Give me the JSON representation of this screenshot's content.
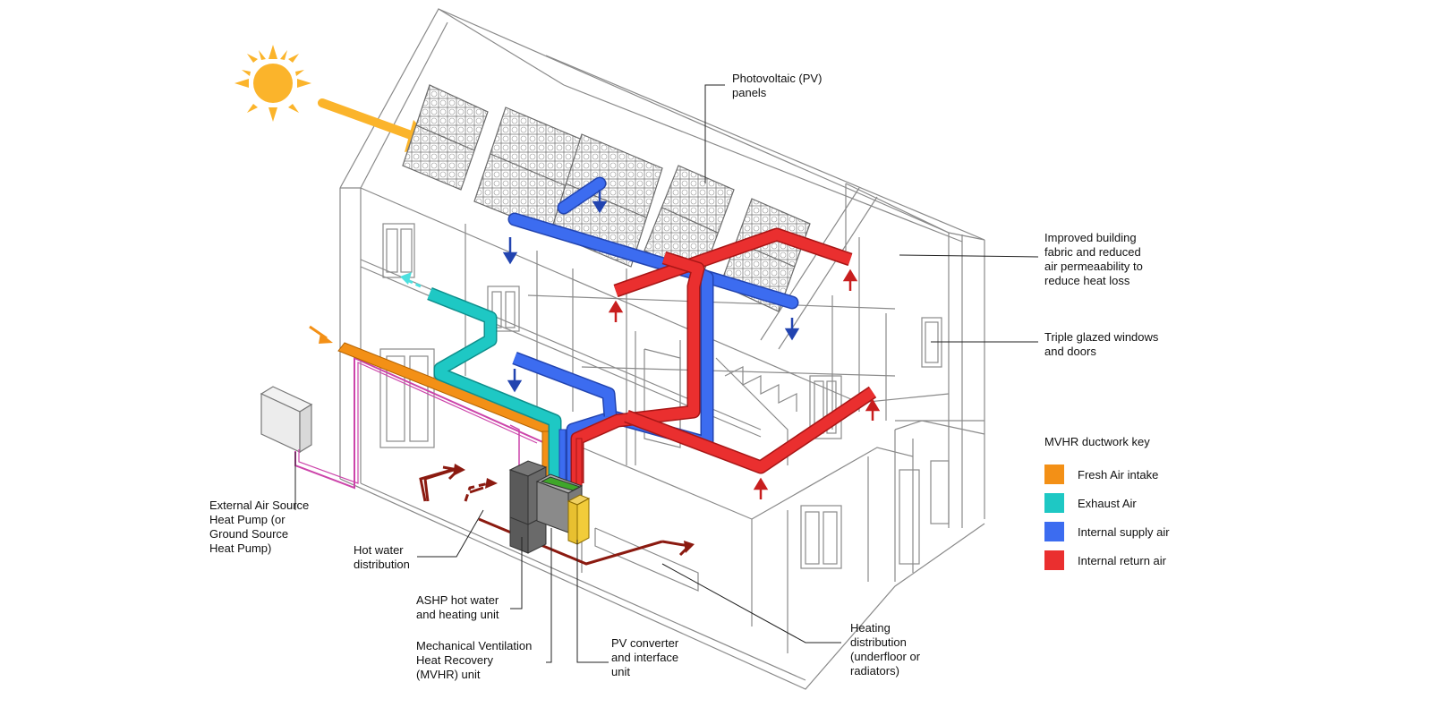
{
  "labels": {
    "pv_panels": "Photovoltaic (PV)\npanels",
    "fabric": "Improved building\nfabric and reduced\nair permeaability to\nreduce heat loss",
    "windows": "Triple glazed windows\nand doors",
    "heat_pump": "External Air Source\nHeat Pump (or\nGround Source\nHeat Pump)",
    "hot_water": "Hot water\ndistribution",
    "ashp": "ASHP hot water\nand heating unit",
    "mvhr": "Mechanical Ventilation\nHeat Recovery\n(MVHR) unit",
    "pv_converter": "PV converter\nand interface\nunit",
    "heating": "Heating\ndistribution\n(underfloor or\nradiators)"
  },
  "key": {
    "title": "MVHR ductwork key",
    "items": [
      {
        "label": "Fresh Air intake",
        "color": "#f39016"
      },
      {
        "label": "Exhaust Air",
        "color": "#1ec8c4"
      },
      {
        "label": "Internal supply air",
        "color": "#3c6cf0"
      },
      {
        "label": "Internal return air",
        "color": "#ea2f2f"
      }
    ]
  },
  "colors": {
    "sun": "#fbb42b",
    "outline": "#8a8a8a",
    "heating_pipe": "#8b1a10",
    "heat_pump_pipe": "#cc44aa"
  }
}
